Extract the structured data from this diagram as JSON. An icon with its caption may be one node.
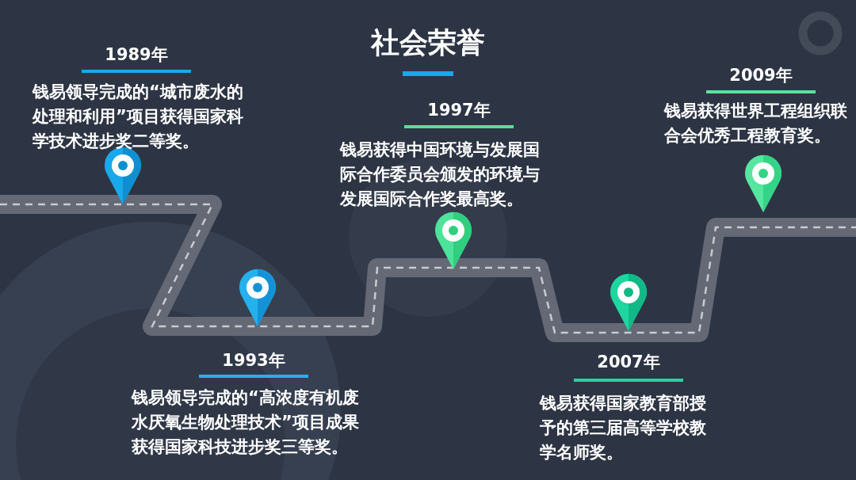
{
  "diagram": {
    "title": "社会荣誉",
    "labels": [
      "1989年",
      "钱易领导完成的“城市废水的处理和利用”项目获得国家科学技术进步奖二等奖。",
      "1993年",
      "钱易领导完成的“高浓度有机废水厌氧生物处理技术”项目成果获得国家科技进步奖三等奖。",
      "1997年",
      "钱易获得中国环境与发展国际合作委员会颁发的环境与发展国际合作奖最高奖。",
      "2007年",
      "钱易获得国家教育部授予的第三届高等学校教学名师奖。",
      "2009年",
      "钱易获得世界工程组织联合会优秀工程教育奖。"
    ]
  }
}
